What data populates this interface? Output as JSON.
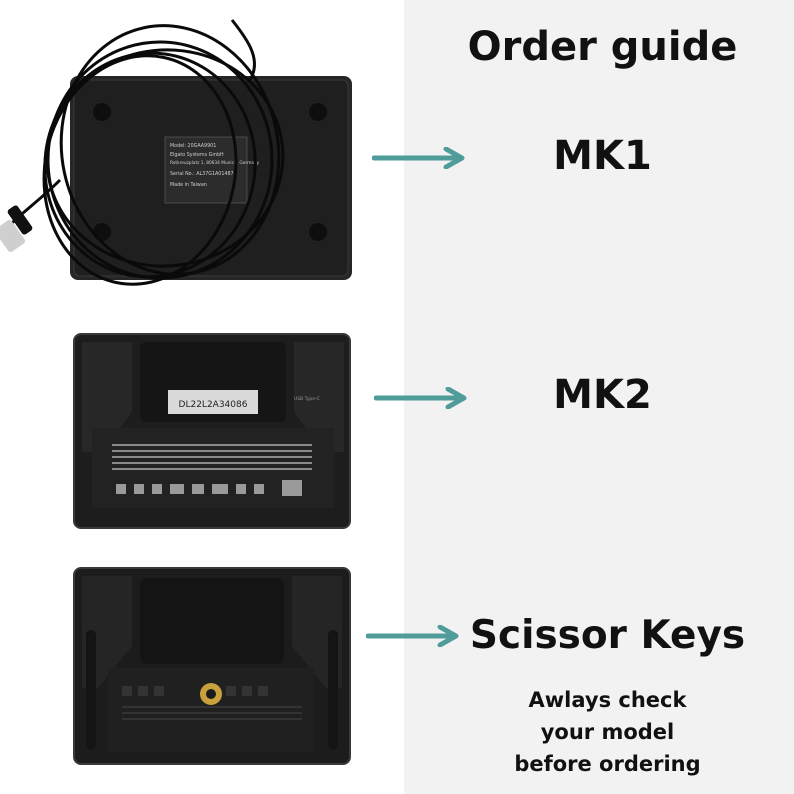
{
  "guide": {
    "title": "Order guide",
    "models": [
      "MK1",
      "MK2",
      "Scissor Keys"
    ],
    "note_lines": [
      "Awlays check",
      "your model",
      "before ordering"
    ]
  },
  "colors": {
    "arrow": "#4f9c9b",
    "panel": "#f2f2f2",
    "device": "#1c1c1c"
  },
  "photos": {
    "mk1": {
      "label_lines": [
        "Model: 20GAA9901",
        "Elgato Systems GmbH",
        "Rotkreuzplatz 1, 80634 Munich, Germany",
        "Serial No.: AL37G1A01487",
        "Made in Taiwan"
      ]
    },
    "mk2": {
      "serial_tag": "DL22L2A34086",
      "port_label": "USB Type-C"
    }
  }
}
